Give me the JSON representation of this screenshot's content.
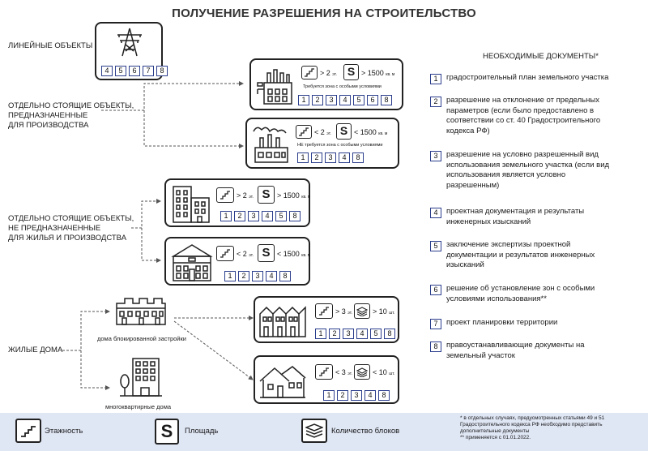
{
  "title": "ПОЛУЧЕНИЕ РАЗРЕШЕНИЯ НА СТРОИТЕЛЬСТВО",
  "categories": {
    "linear": "ЛИНЕЙНЫЕ ОБЪЕКТЫ",
    "production_1": "ОТДЕЛЬНО СТОЯЩИЕ ОБЪЕКТЫ,",
    "production_2": "ПРЕДНАЗНАЧЕННЫЕ",
    "production_3": "ДЛЯ ПРОИЗВОДСТВА",
    "nonres_1": "ОТДЕЛЬНО СТОЯЩИЕ ОБЪЕКТЫ,",
    "nonres_2": "НЕ ПРЕДНАЗНАЧЕННЫЕ",
    "nonres_3": "ДЛЯ ЖИЛЬЯ И ПРОИЗВОДСТВА",
    "residential": "ЖИЛЫЕ ДОМА"
  },
  "sublabels": {
    "blocked": "дома блокированной застройки",
    "apartment": "многоквартирные дома"
  },
  "cards": {
    "linear": {
      "nums": [
        "4",
        "5",
        "6",
        "7",
        "8"
      ]
    },
    "prod_big": {
      "floors": "> 2",
      "floors_unit": "эт.",
      "area": "> 1500",
      "area_unit": "кв. м",
      "note": "Требуется зона с особыми условиями",
      "nums": [
        "1",
        "2",
        "3",
        "4",
        "5",
        "6",
        "8"
      ]
    },
    "prod_small": {
      "floors": "< 2",
      "floors_unit": "эт.",
      "area": "< 1500",
      "area_unit": "кв. м",
      "note": "НЕ требуется зона с особыми условиями",
      "nums": [
        "1",
        "2",
        "3",
        "4",
        "8"
      ]
    },
    "nonres_big": {
      "floors": "> 2",
      "floors_unit": "эт.",
      "area": "> 1500",
      "area_unit": "кв. м",
      "nums": [
        "1",
        "2",
        "3",
        "4",
        "5",
        "8"
      ]
    },
    "nonres_small": {
      "floors": "< 2",
      "floors_unit": "эт.",
      "area": "< 1500",
      "area_unit": "кв. м",
      "nums": [
        "1",
        "2",
        "3",
        "4",
        "8"
      ]
    },
    "res_big": {
      "floors": "> 3",
      "floors_unit": "эт.",
      "blocks": "> 10",
      "blocks_unit": "шт.",
      "nums": [
        "1",
        "2",
        "3",
        "4",
        "5",
        "8"
      ]
    },
    "res_small": {
      "floors": "< 3",
      "floors_unit": "эт.",
      "blocks": "< 10",
      "blocks_unit": "шт.",
      "nums": [
        "1",
        "2",
        "3",
        "4",
        "8"
      ]
    }
  },
  "s_letter": "S",
  "docs": {
    "title": "НЕОБХОДИМЫЕ ДОКУМЕНТЫ*",
    "items": [
      {
        "n": "1",
        "lines": [
          "градостроительный план земельного участка"
        ]
      },
      {
        "n": "2",
        "lines": [
          "разрешение на отклонение от предельных",
          "параметров (если было предоставлено в",
          "соответствии со ст. 40 Градостроительного",
          "кодекса РФ)"
        ]
      },
      {
        "n": "3",
        "lines": [
          "разрешение на условно разрешенный вид",
          "использования земельного участка (если вид",
          "использования является условно",
          "разрешенным)"
        ]
      },
      {
        "n": "4",
        "lines": [
          "проектная документация и результаты",
          "инженерных изысканий"
        ]
      },
      {
        "n": "5",
        "lines": [
          "заключение экспертизы проектной",
          "документации и результатов инженерных",
          "изысканий"
        ]
      },
      {
        "n": "6",
        "lines": [
          "решение об установление зон с особыми",
          "условиями использования**"
        ]
      },
      {
        "n": "7",
        "lines": [
          "проект планировки территории"
        ]
      },
      {
        "n": "8",
        "lines": [
          "правоустанавливающие документы на",
          "земельный участок"
        ]
      }
    ]
  },
  "legend": {
    "floors": "Этажность",
    "area": "Площадь",
    "blocks": "Количество блоков"
  },
  "footnote": {
    "line1": "* в отдельных случаях, предусмотренных статьями 49 и 51",
    "line2": "Градостроительного кодекса РФ необходимо представить",
    "line3": "дополнительные документы",
    "line4": "** применяется с 01.01.2022."
  },
  "colors": {
    "accent": "#2b3e8c",
    "legend_bg": "#dfe6f4",
    "line": "#555555"
  }
}
